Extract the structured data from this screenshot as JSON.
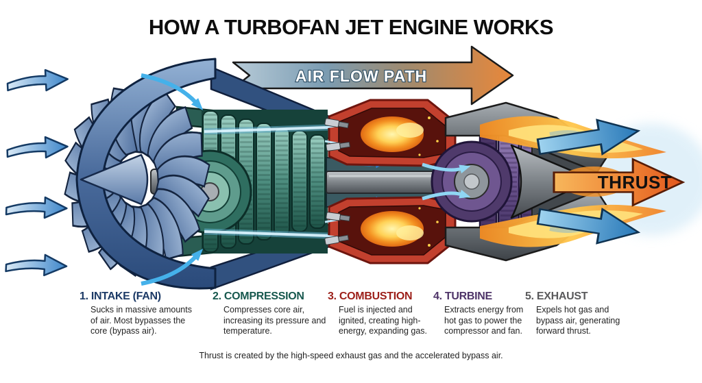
{
  "title": "HOW A TURBOFAN JET ENGINE WORKS",
  "airflow_banner": {
    "label": "AIR FLOW PATH",
    "gradient_start_color": "#b7cbd8",
    "gradient_end_color": "#e8873a"
  },
  "thrust": {
    "label": "THRUST",
    "arrow_color": "#ef8636",
    "bypass_arrow_color": "#2878b8"
  },
  "legend": {
    "items": [
      {
        "number": "1.",
        "title": "INTAKE (FAN)",
        "description": "Sucks in massive amounts of air. Most bypasses the core (bypass air).",
        "heading_color": "#1c3a66"
      },
      {
        "number": "2.",
        "title": "COMPRESSION",
        "description": "Compresses core air, increasing its pressure and temperature.",
        "heading_color": "#17584e"
      },
      {
        "number": "3.",
        "title": "COMBUSTION",
        "description": "Fuel is injected and ignited, creating high-energy, expanding gas.",
        "heading_color": "#9c1f19"
      },
      {
        "number": "4.",
        "title": "TURBINE",
        "description": "Extracts energy from hot gas to power the compressor and fan.",
        "heading_color": "#4e3468"
      },
      {
        "number": "5.",
        "title": "EXHAUST",
        "description": "Expels hot gas and bypass air, generating forward thrust.",
        "heading_color": "#5a5a5c"
      }
    ]
  },
  "footer_note": "Thrust is created by the high-speed exhaust gas and the accelerated bypass air."
}
